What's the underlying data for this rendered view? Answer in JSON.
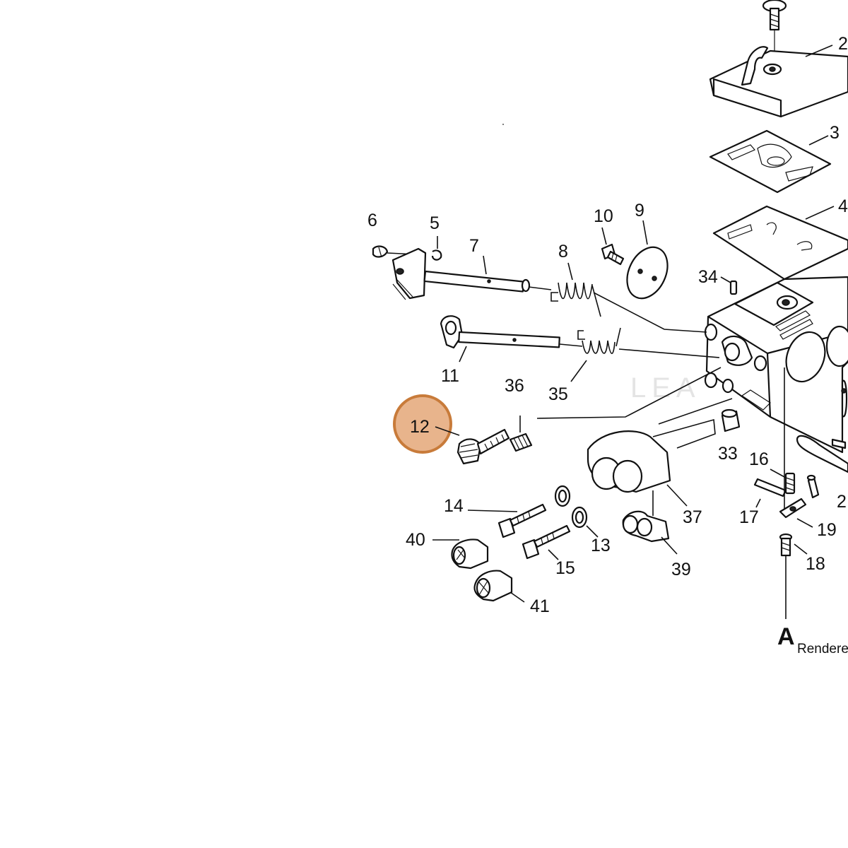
{
  "diagram": {
    "watermark": "LEA",
    "footer": {
      "letter": "A",
      "caption": "Renderec"
    },
    "highlight_color": "#e8b48c",
    "highlight_border": "#c87b3a",
    "callouts": [
      {
        "id": "2",
        "label": "2"
      },
      {
        "id": "3",
        "label": "3"
      },
      {
        "id": "4",
        "label": "4"
      },
      {
        "id": "5",
        "label": "5"
      },
      {
        "id": "6",
        "label": "6"
      },
      {
        "id": "7",
        "label": "7"
      },
      {
        "id": "8",
        "label": "8"
      },
      {
        "id": "9",
        "label": "9"
      },
      {
        "id": "10",
        "label": "10"
      },
      {
        "id": "11",
        "label": "11"
      },
      {
        "id": "12",
        "label": "12",
        "highlighted": true
      },
      {
        "id": "13",
        "label": "13"
      },
      {
        "id": "14",
        "label": "14"
      },
      {
        "id": "15",
        "label": "15"
      },
      {
        "id": "16",
        "label": "16"
      },
      {
        "id": "17",
        "label": "17"
      },
      {
        "id": "18",
        "label": "18"
      },
      {
        "id": "19",
        "label": "19"
      },
      {
        "id": "2b",
        "label": "2"
      },
      {
        "id": "33",
        "label": "33"
      },
      {
        "id": "34",
        "label": "34"
      },
      {
        "id": "35",
        "label": "35"
      },
      {
        "id": "36",
        "label": "36"
      },
      {
        "id": "37",
        "label": "37"
      },
      {
        "id": "39",
        "label": "39"
      },
      {
        "id": "40",
        "label": "40"
      },
      {
        "id": "41",
        "label": "41"
      }
    ]
  }
}
